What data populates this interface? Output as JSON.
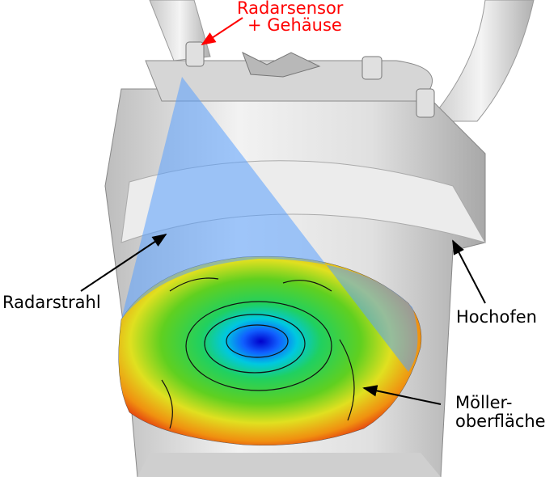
{
  "labels": {
    "sensor_line1": "Radarsensor",
    "sensor_line2": "+ Gehäuse",
    "beam": "Radarstrahl",
    "furnace": "Hochofen",
    "burden_line1": "Möller-",
    "burden_line2": "oberfläche"
  },
  "colors": {
    "sensor_label": "#ff0000",
    "beam": "#5aa0ff",
    "furnace": "#d8d8d8"
  }
}
